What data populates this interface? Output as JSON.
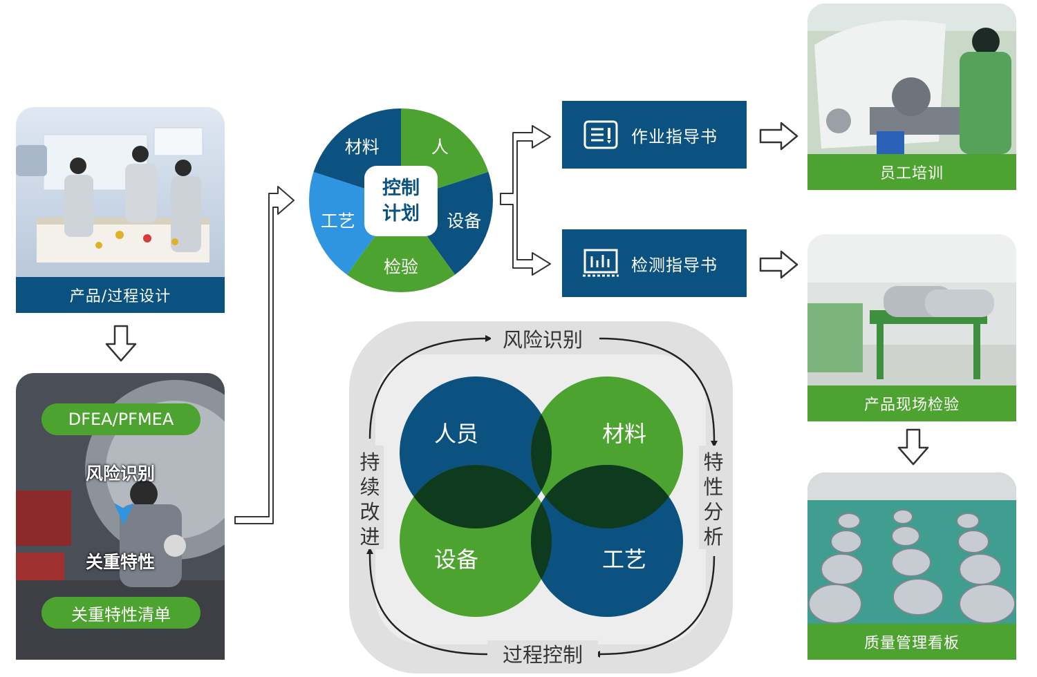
{
  "design": {
    "caption": "产品/过程设计"
  },
  "risk": {
    "pill_top": "DFEA/PFMEA",
    "text_risk": "风险识别",
    "text_key": "关重特性",
    "pill_bottom": "关重特性清单"
  },
  "pie": {
    "center_line1": "控制",
    "center_line2": "计划",
    "segments": [
      {
        "label": "人",
        "color": "#4da32f"
      },
      {
        "label": "设备",
        "color": "#0b5280"
      },
      {
        "label": "检验",
        "color": "#4da32f"
      },
      {
        "label": "工艺",
        "color": "#2f95e0"
      },
      {
        "label": "材料",
        "color": "#0b5280"
      }
    ]
  },
  "guides": {
    "work": "作业指导书",
    "inspect": "检测指导书"
  },
  "right": {
    "training": "员工培训",
    "field_inspection": "产品现场检验",
    "quality_board": "质量管理看板"
  },
  "cycle": {
    "top": "风险识别",
    "right": "特性分析",
    "bottom": "过程控制",
    "left": "持续改进",
    "circles": {
      "people": "人员",
      "material": "材料",
      "equipment": "设备",
      "process": "工艺"
    }
  },
  "colors": {
    "blue": "#0b5280",
    "green": "#4da32f",
    "light_blue": "#2f95e0",
    "dark_overlap": "#0e3b1e"
  }
}
